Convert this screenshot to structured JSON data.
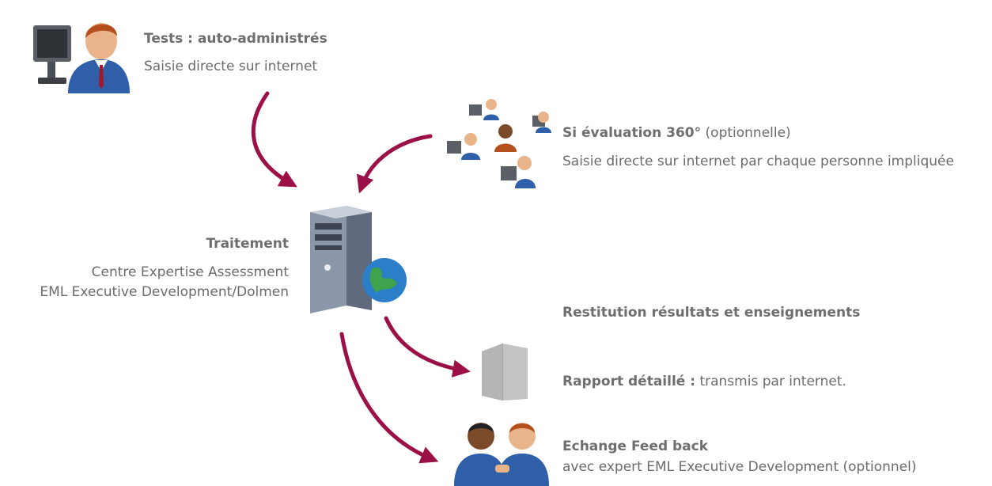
{
  "tests": {
    "title": "Tests : auto-administrés",
    "subtitle": "Saisie directe sur internet"
  },
  "evaluation360": {
    "title": "Si évaluation 360°",
    "title_suffix": "(optionnelle)",
    "subtitle": "Saisie directe sur internet par chaque personne impliquée"
  },
  "traitement": {
    "title": "Traitement",
    "line1": "Centre Expertise Assessment",
    "line2": "EML Executive Development/Dolmen"
  },
  "restitution": {
    "title": "Restitution résultats et enseignements"
  },
  "rapport": {
    "title": "Rapport détaillé :",
    "text": "transmis par internet."
  },
  "feedback": {
    "title": "Echange Feed back",
    "text": "avec expert EML Executive Development (optionnel)"
  },
  "colors": {
    "arrow": "#9a1047",
    "text": "#6b6b6b"
  }
}
